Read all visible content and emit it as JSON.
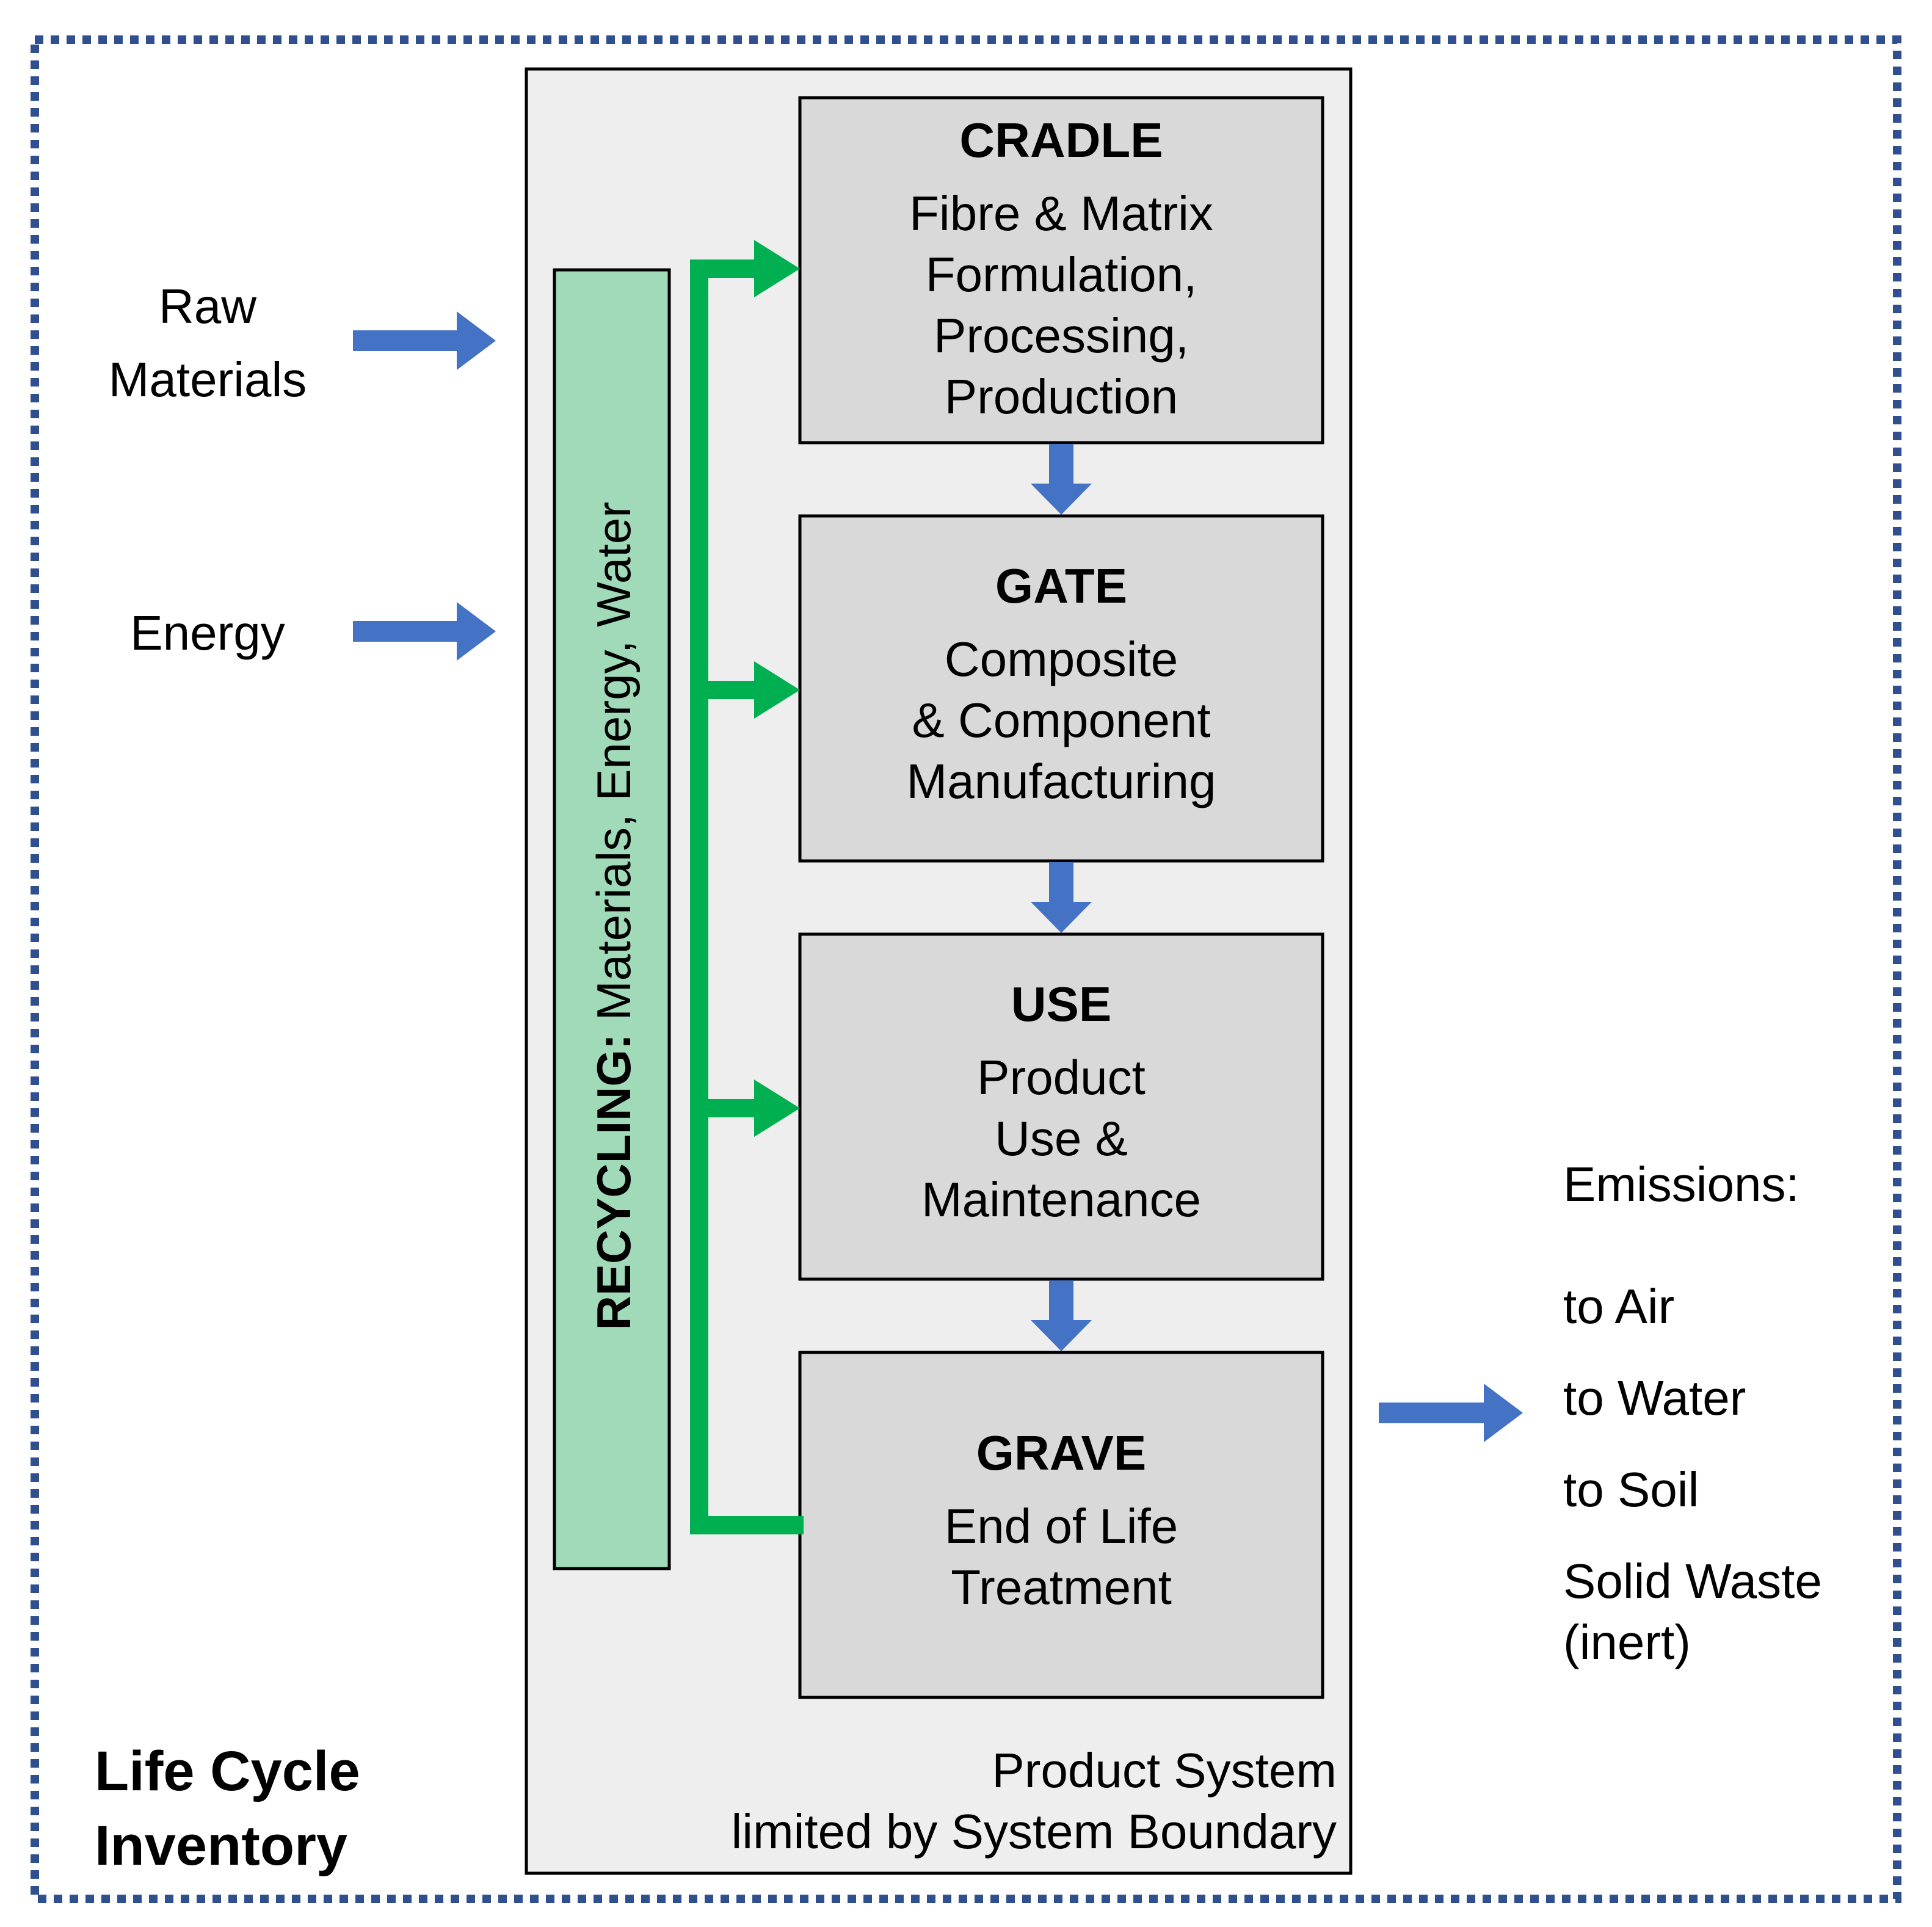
{
  "lci": {
    "line1": "Life Cycle",
    "line2": "Inventory"
  },
  "inputs": {
    "raw_line1": "Raw",
    "raw_line2": "Materials",
    "energy": "Energy"
  },
  "recycling": {
    "label_bold": "RECYCLING:",
    "label_rest": " Materials, Energy, Water"
  },
  "stages": [
    {
      "title": "CRADLE",
      "lines": [
        "Fibre & Matrix",
        "Formulation,",
        "Processing,",
        "Production"
      ]
    },
    {
      "title": "GATE",
      "lines": [
        "Composite",
        "& Component",
        "Manufacturing"
      ]
    },
    {
      "title": "USE",
      "lines": [
        "Product",
        "Use &",
        "Maintenance"
      ]
    },
    {
      "title": "GRAVE",
      "lines": [
        "End of Life",
        "Treatment"
      ]
    }
  ],
  "product_system": {
    "line1": "Product System",
    "line2": "limited by System Boundary"
  },
  "emissions": {
    "heading": "Emissions:",
    "items": [
      "to Air",
      "to Water",
      "to Soil",
      "Solid Waste",
      "(inert)"
    ]
  },
  "colors": {
    "outer_border": "#2f4f8f",
    "system_fill": "#eeeeee",
    "stage_fill": "#d9d9d9",
    "recycling_fill": "#a0dab8",
    "blue_arrow": "#4472c4",
    "green_arrow": "#00b050"
  }
}
